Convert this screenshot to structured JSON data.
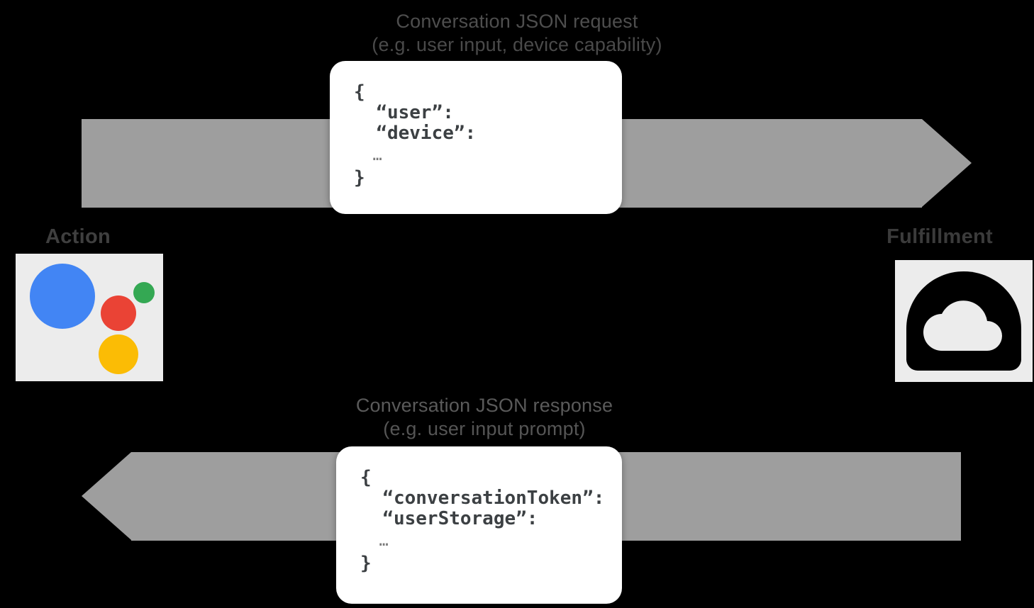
{
  "diagram": {
    "title": "Actions on Google conversation request/response flow",
    "background_color": "#000000",
    "band_color": "#9e9e9e",
    "card_color": "#ffffff",
    "tile_color": "#ececec"
  },
  "request_caption": {
    "line1": "Conversation JSON request",
    "line2": "(e.g. user input, device capability)"
  },
  "response_caption": {
    "line1": "Conversation JSON response",
    "line2": "(e.g. user input prompt)"
  },
  "request_json": {
    "lines": [
      "{",
      "  “user”:",
      "  “device”:",
      "  …",
      "}"
    ]
  },
  "response_json": {
    "lines": [
      "{",
      "  “conversationToken”:",
      "  “userStorage”:",
      "  …",
      "}"
    ]
  },
  "labels": {
    "left": "Action",
    "right": "Fulfillment"
  },
  "icons": {
    "assistant": {
      "name": "google-assistant-logo",
      "colors": {
        "blue": "#4285F4",
        "red": "#EA4335",
        "yellow": "#FBBC05",
        "green": "#34A853"
      }
    },
    "cloud": {
      "name": "cloud-functions-icon",
      "colors": {
        "body": "#000000",
        "cutout": "#ececec"
      }
    }
  }
}
